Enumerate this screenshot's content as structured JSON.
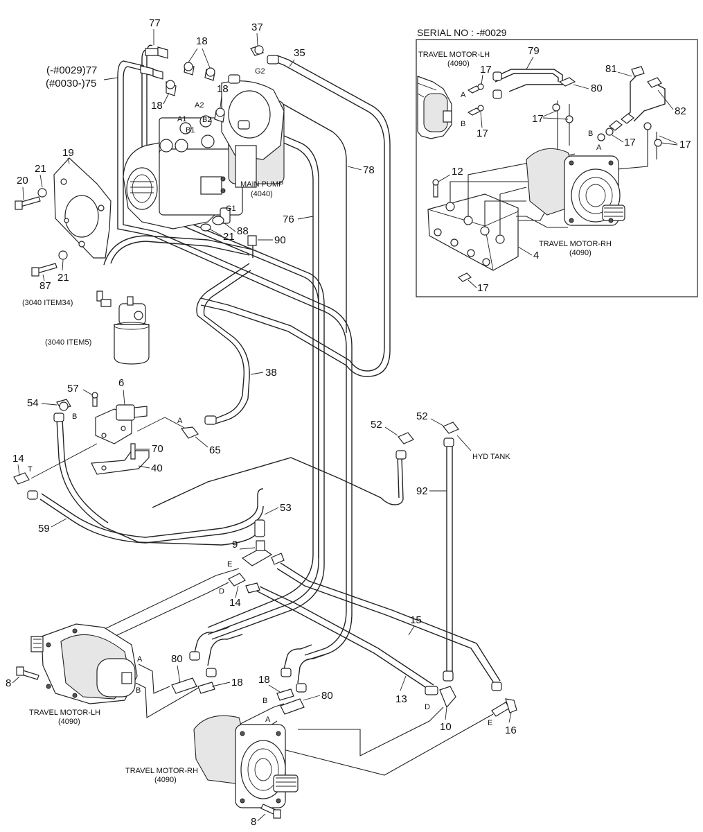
{
  "callouts": {
    "c77": "77",
    "c18a": "18",
    "c37": "37",
    "c35": "35",
    "c_pre0029": "(-#0029)77",
    "c_post0030": "(#0030-)75",
    "c18b": "18",
    "c18c": "18",
    "c19": "19",
    "c21a": "21",
    "c20": "20",
    "c78": "78",
    "c76": "76",
    "c88": "88",
    "c21b": "21",
    "c90": "90",
    "c87": "87",
    "c21c": "21",
    "c38": "38",
    "c57": "57",
    "c6": "6",
    "c54": "54",
    "c65": "65",
    "c70": "70",
    "c40": "40",
    "c14a": "14",
    "c53": "53",
    "c59": "59",
    "c52a": "52",
    "c52b": "52",
    "c92": "92",
    "c9": "9",
    "c14b": "14",
    "c15": "15",
    "c80a": "80",
    "c18d": "18",
    "c8a": "8",
    "c18e": "18",
    "c80b": "80",
    "c13": "13",
    "c10": "10",
    "c16": "16",
    "c8b": "8",
    "i79": "79",
    "i80": "80",
    "i81": "81",
    "i82": "82",
    "i17a": "17",
    "i17b": "17",
    "i17c": "17",
    "i17d": "17",
    "i17e": "17",
    "i17f": "17",
    "i12": "12",
    "i4": "4"
  },
  "port_labels": {
    "a1": "A1",
    "a2": "A2",
    "b1": "B1",
    "b2": "B2",
    "g1": "G1",
    "g2": "G2",
    "b54": "B",
    "a65": "A",
    "t14": "T",
    "e9": "E",
    "d14": "D",
    "a_lh": "A",
    "b_lh": "B",
    "b_rh": "B",
    "a_rh": "A",
    "d10": "D",
    "e16": "E",
    "inset_a_lh": "A",
    "inset_b_lh": "B",
    "inset_b_rh": "B",
    "inset_a_rh": "A"
  },
  "labels": {
    "main_pump": "MAIN PUMP",
    "main_pump_ref": "(4040)",
    "item34": "(3040 ITEM34)",
    "item5": "(3040 ITEM5)",
    "hyd_tank": "HYD TANK",
    "travel_motor_lh": "TRAVEL MOTOR-LH",
    "travel_motor_lh_ref": "(4090)",
    "travel_motor_rh": "TRAVEL MOTOR-RH",
    "travel_motor_rh_ref": "(4090)"
  },
  "inset": {
    "serial": "SERIAL NO : -#0029",
    "travel_motor_lh": "TRAVEL MOTOR-LH",
    "travel_motor_lh_ref": "(4090)",
    "travel_motor_rh": "TRAVEL MOTOR-RH",
    "travel_motor_rh_ref": "(4090)"
  }
}
